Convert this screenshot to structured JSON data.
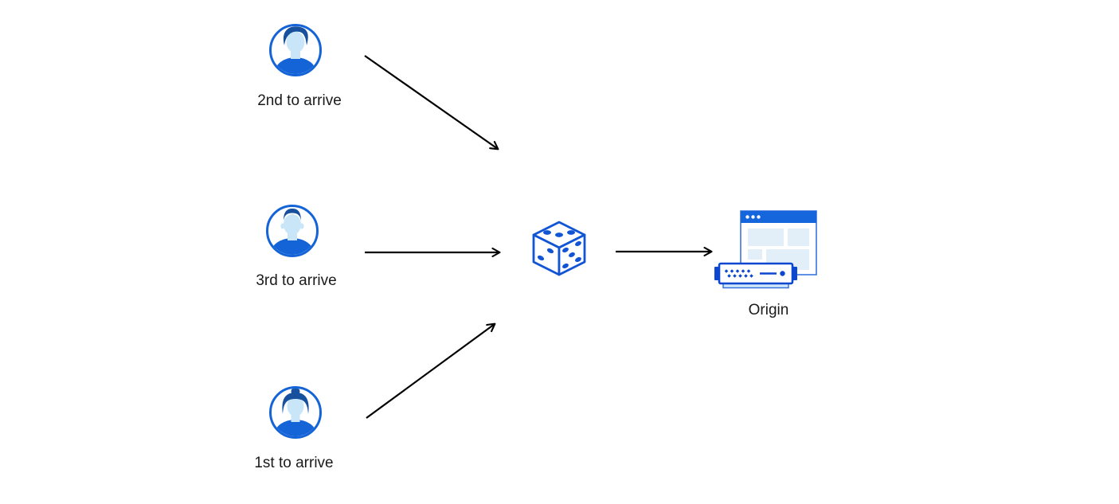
{
  "diagram": {
    "background": "#ffffff",
    "colors": {
      "brand_blue": "#1464d8",
      "deep_blue": "#0d47cf",
      "hair_blue": "#17519e",
      "skin_light_blue": "#c9e6f8",
      "panel_light_blue": "#e2eff9",
      "base_light_blue": "#cfe7f8",
      "arrow_black": "#000000",
      "label_text": "#1a1a1a"
    },
    "nodes": {
      "second_user": {
        "label": "2nd to arrive",
        "icon": "male-avatar-icon"
      },
      "third_user": {
        "label": "3rd to arrive",
        "icon": "male-avatar-icon"
      },
      "first_user": {
        "label": "1st to arrive",
        "icon": "female-avatar-icon"
      },
      "random_selector": {
        "icon": "dice-icon"
      },
      "origin": {
        "label": "Origin",
        "icon": "origin-server-browser-icon"
      }
    },
    "edges": [
      {
        "from": "second_user",
        "to": "random_selector"
      },
      {
        "from": "third_user",
        "to": "random_selector"
      },
      {
        "from": "first_user",
        "to": "random_selector"
      },
      {
        "from": "random_selector",
        "to": "origin"
      }
    ]
  }
}
